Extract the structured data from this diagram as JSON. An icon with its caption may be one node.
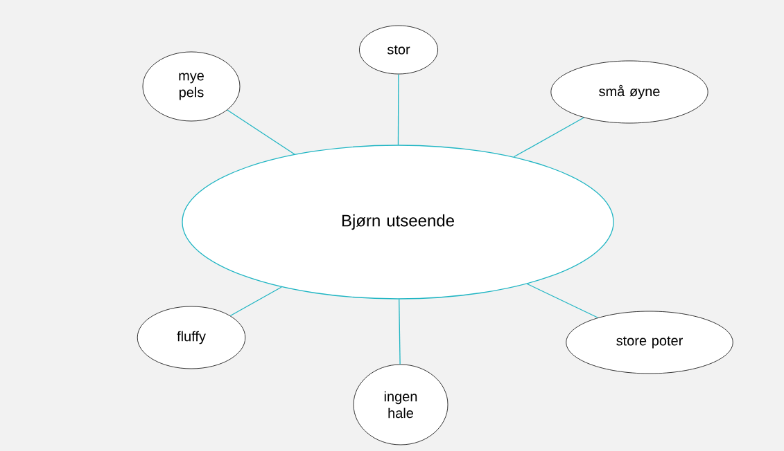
{
  "diagram": {
    "nodes": [
      {
        "text": [
          "stor"
        ]
      },
      {
        "text": [
          "mye pels"
        ]
      },
      {
        "text": [
          "små øyne"
        ]
      },
      {
        "text": [
          "Bjørn utseende"
        ]
      },
      {
        "text": [
          "fluffy"
        ]
      },
      {
        "text": [
          "store poter"
        ]
      },
      {
        "text": [
          "ingen hale"
        ]
      }
    ],
    "edges": [
      {
        "from": 3,
        "to": 0,
        "arrow": "none"
      },
      {
        "from": 3,
        "to": 1,
        "arrow": "none"
      },
      {
        "from": 3,
        "to": 2,
        "arrow": "none"
      },
      {
        "from": 3,
        "to": 4,
        "arrow": "none"
      },
      {
        "from": 3,
        "to": 5,
        "arrow": "none"
      },
      {
        "from": 3,
        "to": 6,
        "arrow": "none"
      }
    ]
  }
}
